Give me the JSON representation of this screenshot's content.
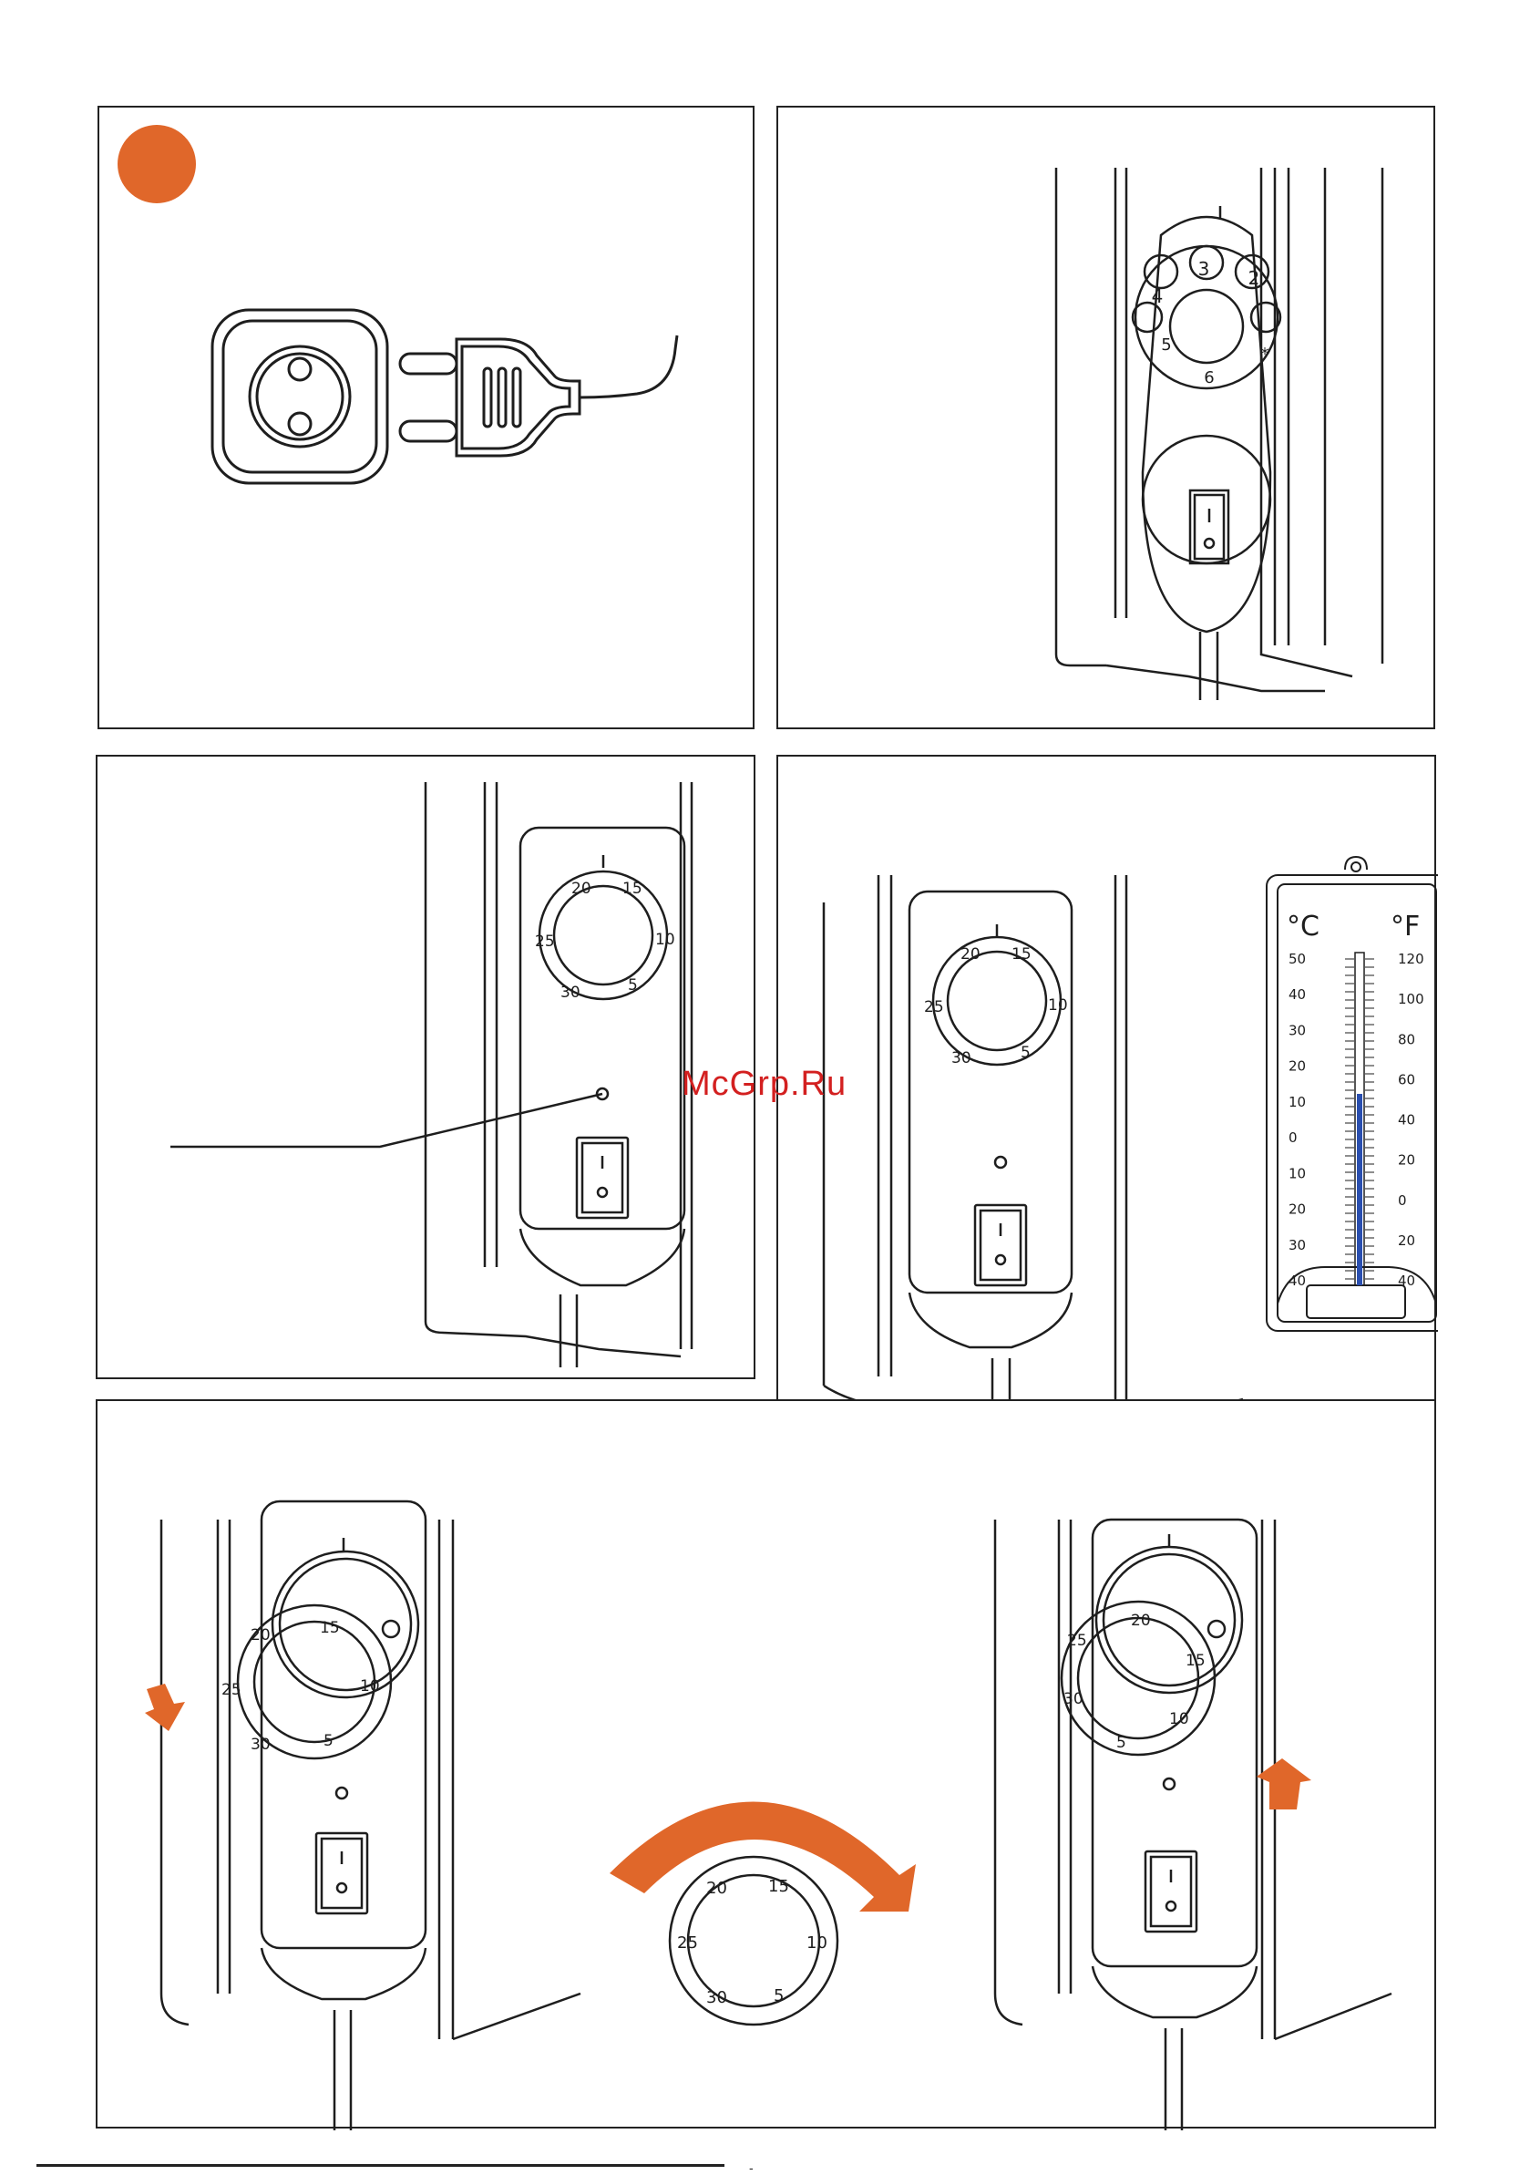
{
  "watermark": "McGrp.Ru",
  "dial": {
    "marks": [
      "20",
      "15",
      "10",
      "5",
      "30",
      "25"
    ]
  },
  "switch": {
    "on_label": "I",
    "off_label": "O"
  },
  "thermometer": {
    "celsius_label": "°C",
    "fahrenheit_label": "°F",
    "celsius_scale": [
      "50",
      "40",
      "30",
      "20",
      "10",
      "0",
      "10",
      "20",
      "30",
      "40"
    ],
    "fahrenheit_scale": [
      "120",
      "100",
      "80",
      "60",
      "40",
      "20",
      "0",
      "20",
      "40"
    ]
  },
  "colors": {
    "accent": "#e0672a",
    "mercury": "#2a4fb0",
    "line": "#1e1e1e"
  },
  "footer_mark": "-"
}
